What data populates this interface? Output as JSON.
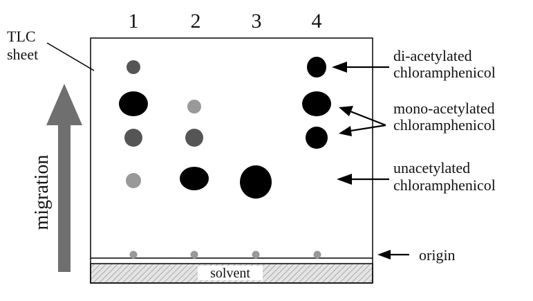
{
  "lanes": [
    "1",
    "2",
    "3",
    "4"
  ],
  "labels": {
    "sheet": [
      "TLC",
      "sheet"
    ],
    "migration": "migration",
    "solvent": "solvent",
    "origin": "origin",
    "di": [
      "di-acetylated",
      "chloramphenicol"
    ],
    "mono": [
      "mono-acetylated",
      "chloramphenicol"
    ],
    "unacetylated": [
      "unacetylated",
      "chloramphenicol"
    ]
  },
  "colors": {
    "black": "#000000",
    "dark_gray": "#555555",
    "light_gray": "#999999",
    "arrow_gray": "#6f6f6f",
    "solvent_fill": "#d9d9d9"
  },
  "spots": [
    {
      "lane": "1",
      "compound": "di-acetylated",
      "shade": "dark_gray"
    },
    {
      "lane": "1",
      "compound": "mono-acetylated (upper)",
      "shade": "black"
    },
    {
      "lane": "1",
      "compound": "mono-acetylated (lower)",
      "shade": "dark_gray"
    },
    {
      "lane": "1",
      "compound": "unacetylated",
      "shade": "light_gray"
    },
    {
      "lane": "2",
      "compound": "mono-acetylated (upper)",
      "shade": "light_gray"
    },
    {
      "lane": "2",
      "compound": "mono-acetylated (lower)",
      "shade": "dark_gray"
    },
    {
      "lane": "2",
      "compound": "unacetylated",
      "shade": "black"
    },
    {
      "lane": "3",
      "compound": "unacetylated",
      "shade": "black"
    },
    {
      "lane": "4",
      "compound": "di-acetylated",
      "shade": "black"
    },
    {
      "lane": "4",
      "compound": "mono-acetylated (upper)",
      "shade": "black"
    },
    {
      "lane": "4",
      "compound": "mono-acetylated (lower)",
      "shade": "black"
    }
  ]
}
